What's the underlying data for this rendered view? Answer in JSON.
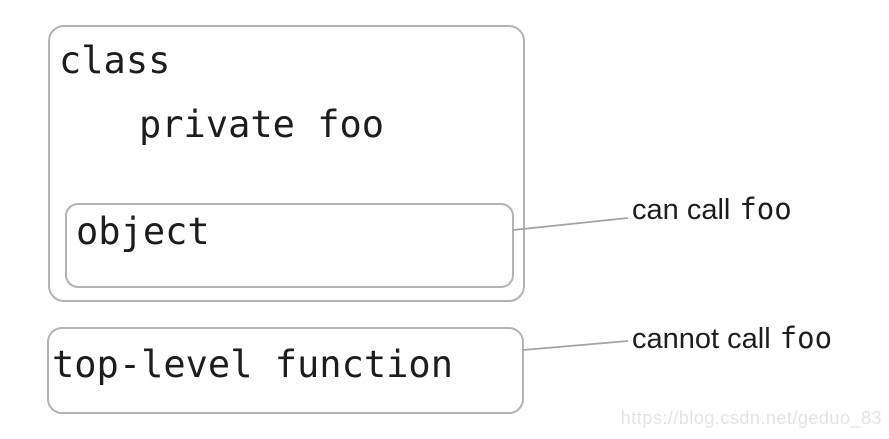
{
  "diagram": {
    "boxes": {
      "class_box": {
        "label": "class",
        "member": "private foo"
      },
      "object_box": {
        "label": "object"
      },
      "top_level_box": {
        "label": "top-level function"
      }
    },
    "annotations": {
      "can_call": {
        "text": "can call",
        "code": "foo"
      },
      "cannot_call": {
        "text": "cannot call",
        "code": "foo"
      }
    },
    "watermark": "https://blog.csdn.net/geduo_83",
    "colors": {
      "border": "#b3b3b3",
      "connector": "#a3a3a3",
      "text": "#1d1d1d",
      "watermark": "#e3e3e3",
      "background": "#ffffff"
    }
  }
}
